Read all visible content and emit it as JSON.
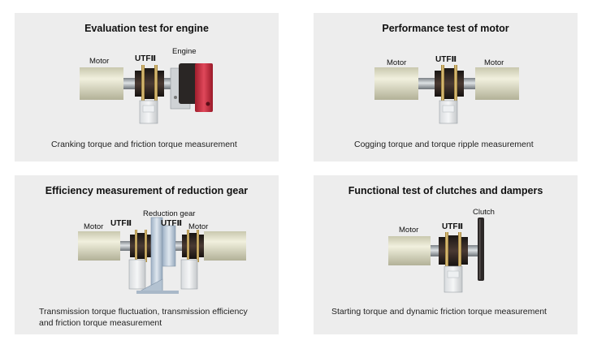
{
  "panels": [
    {
      "title": "Evaluation test for engine",
      "caption": "Cranking torque and friction torque measurement",
      "labels": {
        "motor": "Motor",
        "utf": "UTFⅡ",
        "engine": "Engine"
      }
    },
    {
      "title": "Performance test of motor",
      "caption": "Cogging torque and torque ripple measurement",
      "labels": {
        "motor_left": "Motor",
        "utf": "UTFⅡ",
        "motor_right": "Motor"
      }
    },
    {
      "title": "Efficiency measurement of reduction gear",
      "caption_line1": "Transmission torque fluctuation, transmission efficiency",
      "caption_line2": "and friction torque measurement",
      "labels": {
        "motor_left": "Motor",
        "utf_left": "UTFⅡ",
        "gear": "Reduction gear",
        "utf_right": "UTFⅡ",
        "motor_right": "Motor"
      }
    },
    {
      "title": "Functional test of clutches and dampers",
      "caption": "Starting torque and dynamic friction torque measurement",
      "labels": {
        "motor": "Motor",
        "utf": "UTFⅡ",
        "clutch": "Clutch"
      }
    }
  ],
  "colors": {
    "panel_bg": "#ededed",
    "motor_body": "#deddc4",
    "coupling": "#2b1f1a",
    "coupling_gold": "#c7a55a",
    "engine_red": "#c8283a",
    "gear_blue": "#bfcedd"
  }
}
